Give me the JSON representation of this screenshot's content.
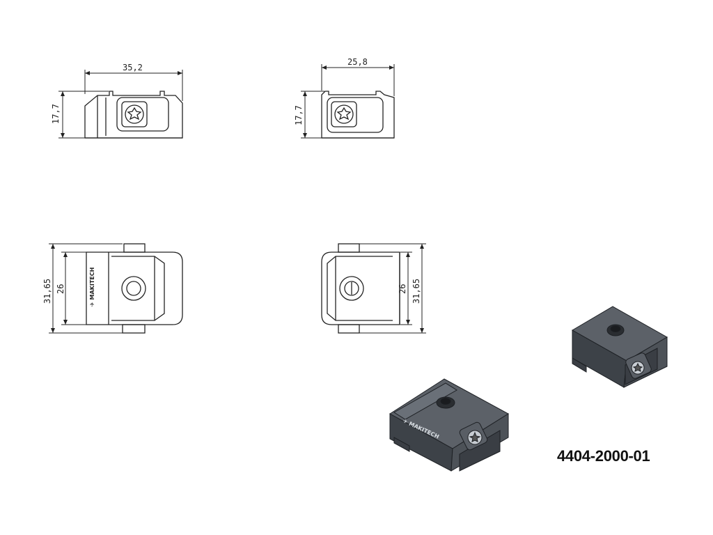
{
  "dimensions": {
    "front_width": "35,2",
    "front_height": "17,7",
    "side_width": "25,8",
    "side_height": "17,7",
    "top_left_outer": "31,65",
    "top_left_inner": "26",
    "top_right_inner": "26",
    "top_right_outer": "31,65"
  },
  "part_number": "4404-2000-01",
  "colors": {
    "line": "#222222",
    "body": "#4b5057",
    "body_dark": "#2e3237",
    "body_light": "#6a7078"
  }
}
